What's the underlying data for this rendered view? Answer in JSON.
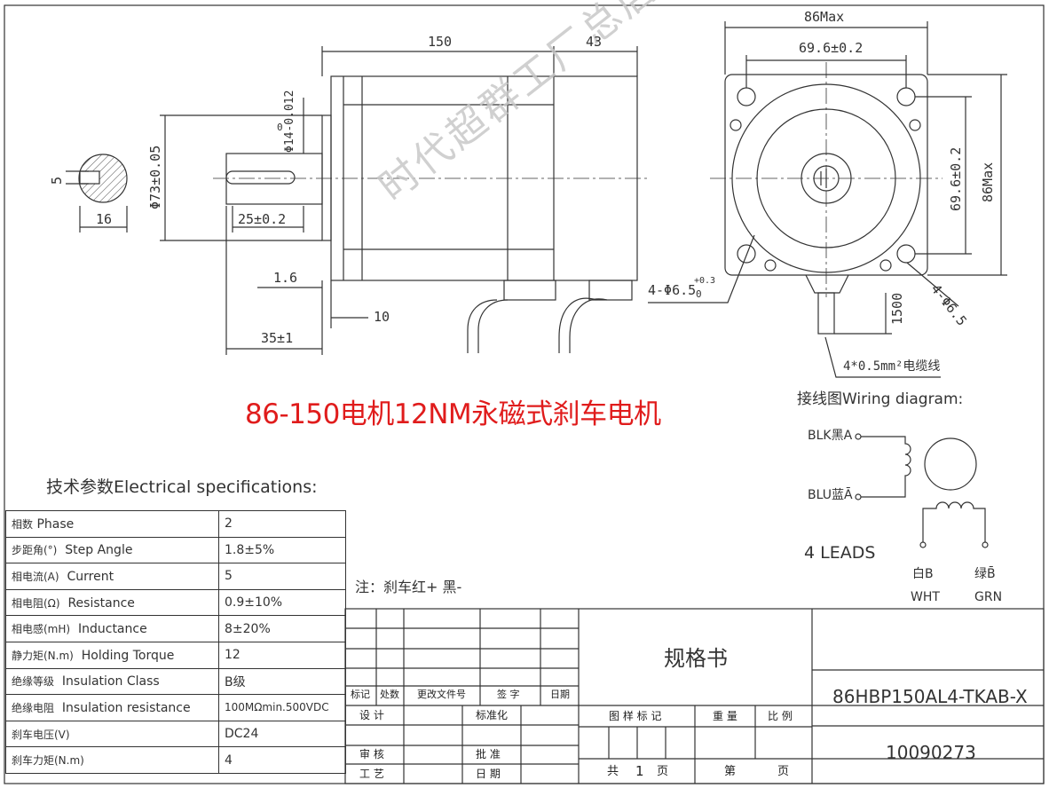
{
  "title": "86-150电机12NM永磁式刹车电机",
  "watermark": "时代超群工厂总店",
  "dims": {
    "len_body": "150",
    "len_brake": "43",
    "shaft_dia": "Φ14-0.012",
    "shaft_tol_top": "0",
    "pilot_dia": "Φ73±0.05",
    "key_len": "25±0.2",
    "pilot_depth": "1.6",
    "flange_thick": "10",
    "shaft_len": "35±1",
    "key_width": "5",
    "key_height": "16",
    "frame_max_w": "86Max",
    "hole_pitch_w": "69.6±0.2",
    "hole_pitch_h": "69.6±0.2",
    "frame_max_h": "86Max",
    "hole_dia": "4-Φ6.5",
    "hole_dia_tol": "+0.3",
    "hole_dia_tol_low": "0",
    "hole_dia_right": "4-Φ6.5",
    "lead_len": "1500",
    "cable": "4*0.5mm²电缆线"
  },
  "wiring": {
    "title": "接线图Wiring diagram:",
    "blk": "BLK黑A",
    "blu": "BLU蓝Ā",
    "leads": "4 LEADS",
    "b_cn": "白B",
    "b_en": "WHT",
    "bb_cn": "绿B̄",
    "bb_en": "GRN"
  },
  "specs": {
    "title": "技术参数Electrical specifications:",
    "rows": [
      {
        "cn": "相数",
        "en": "Phase",
        "value": "2"
      },
      {
        "cn": "步距角(°)",
        "en": "Step Angle",
        "value": "1.8±5%"
      },
      {
        "cn": "相电流(A)",
        "en": "Current",
        "value": "5"
      },
      {
        "cn": "相电阻(Ω)",
        "en": "Resistance",
        "value": "0.9±10%"
      },
      {
        "cn": "相电感(mH)",
        "en": "Inductance",
        "value": "8±20%"
      },
      {
        "cn": "静力矩(N.m)",
        "en": "Holding Torque",
        "value": "12"
      },
      {
        "cn": "绝缘等级",
        "en": "Insulation Class",
        "value": "B级"
      },
      {
        "cn": "绝缘电阻",
        "en": "Insulation resistance",
        "value": "100MΩmin.500VDC"
      },
      {
        "cn": "刹车电压(V)",
        "en": "",
        "value": "DC24"
      },
      {
        "cn": "刹车力矩(N.m)",
        "en": "",
        "value": "4"
      }
    ]
  },
  "note": "注：刹车红+ 黑-",
  "titleblock": {
    "h_mark": "标记",
    "h_count": "处数",
    "h_doc": "更改文件号",
    "h_sign": "签 字",
    "h_date": "日期",
    "design": "设 计",
    "standard": "标准化",
    "review": "审 核",
    "approve": "批 准",
    "process": "工 艺",
    "date": "日 期",
    "doc_title": "规格书",
    "drawing_mark": "图 样 标 记",
    "weight": "重 量",
    "scale": "比 例",
    "total": "共",
    "total_n": "1",
    "page_unit": "页",
    "sheet": "第",
    "sheet_unit": "页",
    "model": "86HBP150AL4-TKAB-X",
    "code": "10090273"
  }
}
